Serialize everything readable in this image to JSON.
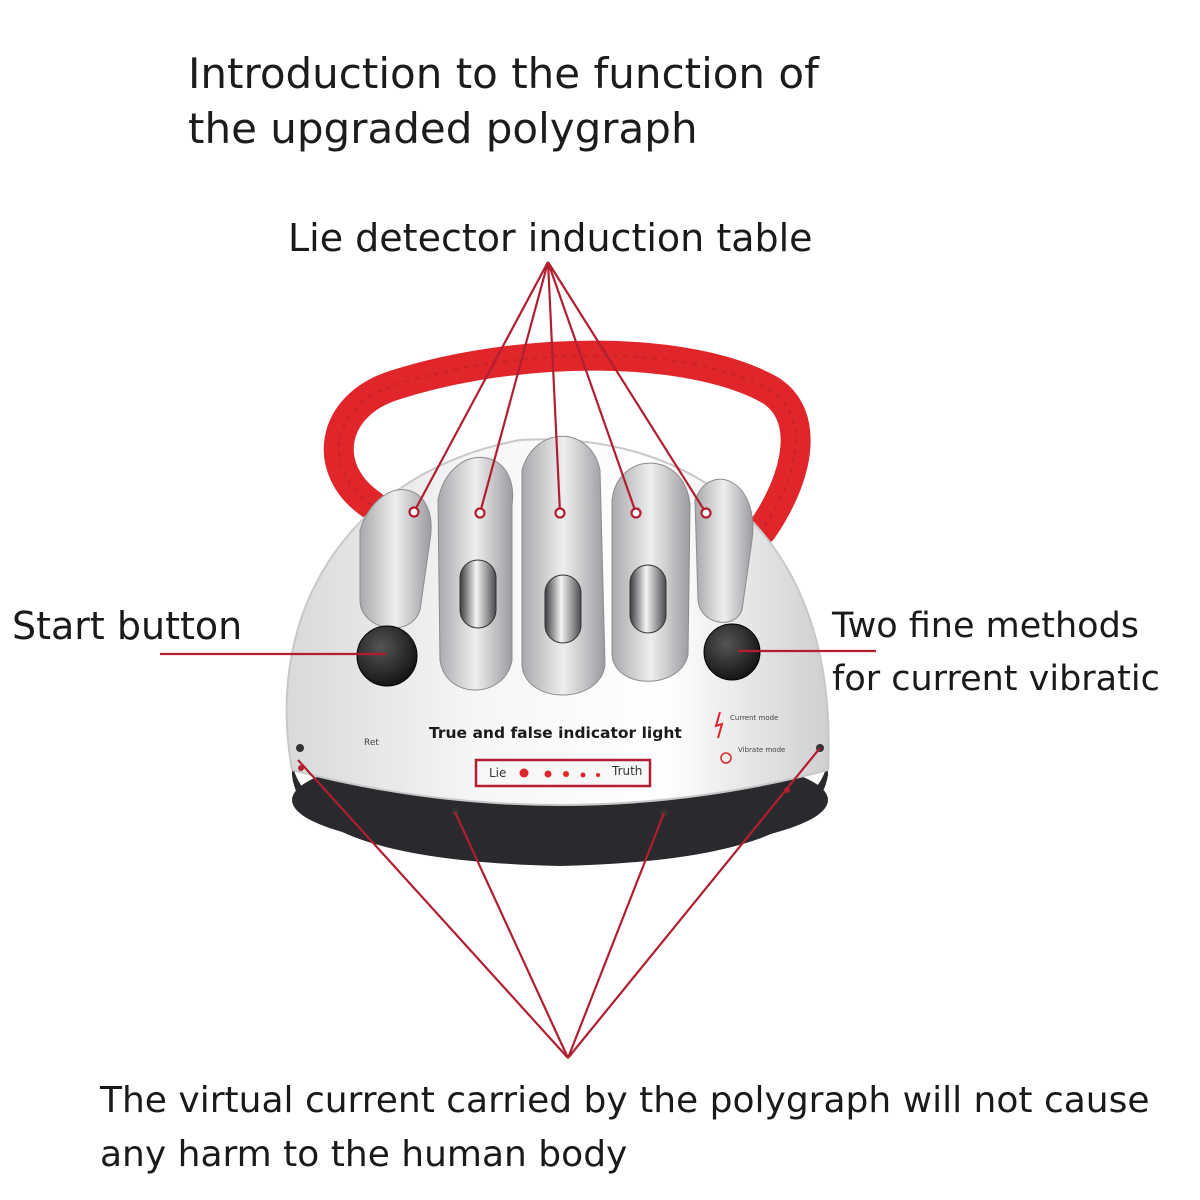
{
  "title": {
    "line1": "Introduction to the function of",
    "line2": "the upgraded polygraph"
  },
  "labels": {
    "induction_table": "Lie detector induction table",
    "start_button": "Start button",
    "methods_line1": "Two fine methods",
    "methods_line2": "for current vibratic",
    "indicator_light": "True and false indicator light",
    "footer_line1": "The virtual current carried by the polygraph will not cause",
    "footer_line2": "any harm to the human body"
  },
  "device": {
    "panel_lie": "Lie",
    "panel_truth": "Truth",
    "panel_ret": "Ret",
    "mode_current": "Current mode",
    "mode_vibrate": "Vibrate mode"
  },
  "colors": {
    "annotation_red": "#b01e30",
    "strap_red": "#e0262b",
    "device_white": "#f2f2f2",
    "base_dark": "#2a2a2e"
  }
}
